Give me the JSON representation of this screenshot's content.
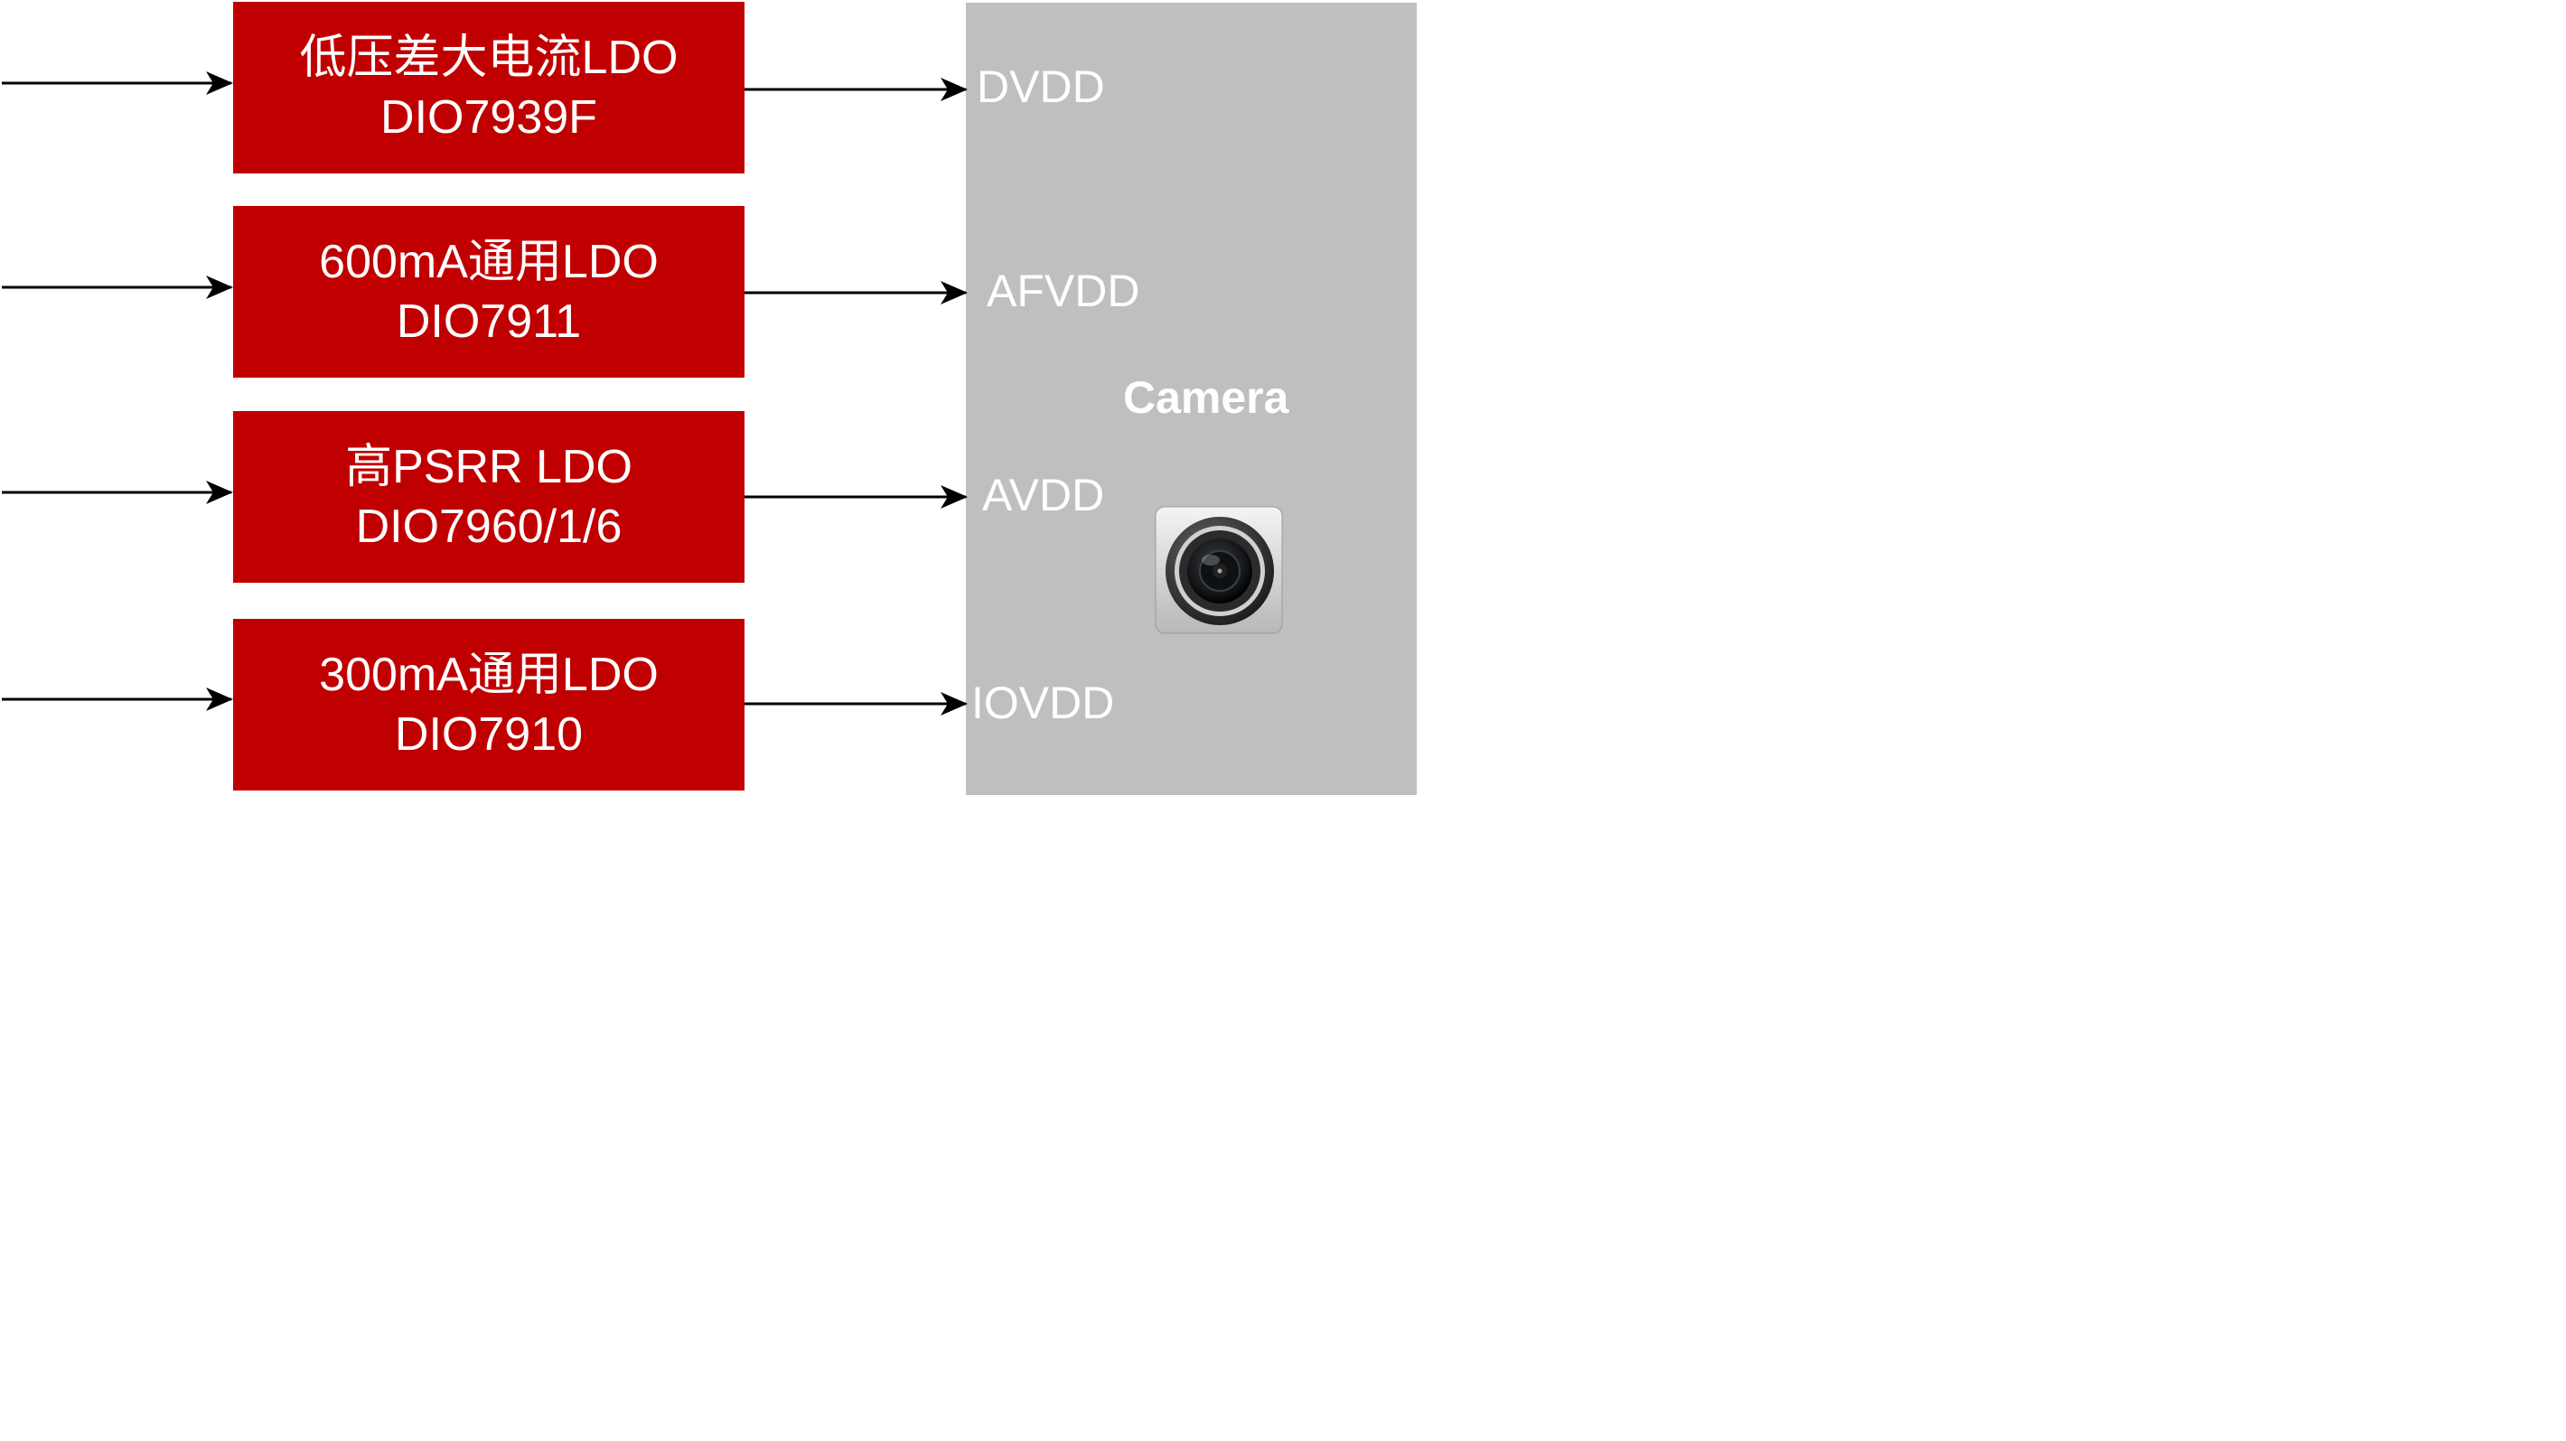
{
  "colors": {
    "ldo_fill": "#c00000",
    "camera_panel": "#bfbfbf",
    "text": "#ffffff",
    "arrow": "#000000"
  },
  "ldo_blocks": [
    {
      "line1": "低压差大电流LDO",
      "line2": "DIO7939F"
    },
    {
      "line1": "600mA通用LDO",
      "line2": "DIO7911"
    },
    {
      "line1": "高PSRR LDO",
      "line2": "DIO7960/1/6"
    },
    {
      "line1": "300mA通用LDO",
      "line2": "DIO7910"
    }
  ],
  "camera": {
    "title": "Camera",
    "rails": [
      "DVDD",
      "AFVDD",
      "AVDD",
      "IOVDD"
    ],
    "icon": "camera-lens-icon"
  }
}
